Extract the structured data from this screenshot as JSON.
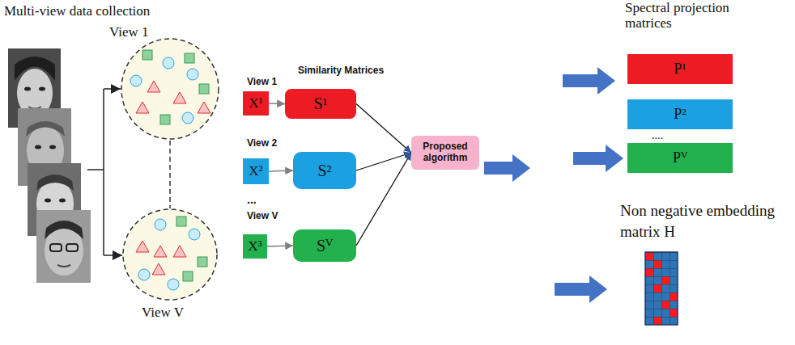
{
  "diagram": {
    "title": "Multi-view data collection",
    "nodes": [
      {
        "text": [
          "X¹"
        ]
      },
      {
        "text": [
          "S¹"
        ]
      },
      {
        "text": [
          "X²"
        ]
      },
      {
        "text": [
          "S²"
        ]
      },
      {
        "text": [
          "X³"
        ]
      },
      {
        "text": [
          "Sⱽ"
        ]
      },
      {
        "text": [
          "Proposed algorithm"
        ]
      },
      {
        "text": [
          "P¹"
        ]
      },
      {
        "text": [
          "P²"
        ]
      },
      {
        "text": [
          "Pⱽ"
        ]
      }
    ],
    "edges": [
      {
        "from": 0,
        "to": 1,
        "arrow": "to"
      },
      {
        "from": 2,
        "to": 3,
        "arrow": "to"
      },
      {
        "from": 4,
        "to": 5,
        "arrow": "to"
      },
      {
        "from": 1,
        "to": 6,
        "arrow": "to"
      },
      {
        "from": 3,
        "to": 6,
        "arrow": "to"
      },
      {
        "from": 5,
        "to": 6,
        "arrow": "to"
      }
    ],
    "labels": [
      "Spectral projection matrices",
      "View 1",
      "View V",
      "Similarity Matrices",
      "View 1",
      "View 2",
      "...",
      "View V",
      "....",
      "Non negative embedding matrix H"
    ]
  }
}
